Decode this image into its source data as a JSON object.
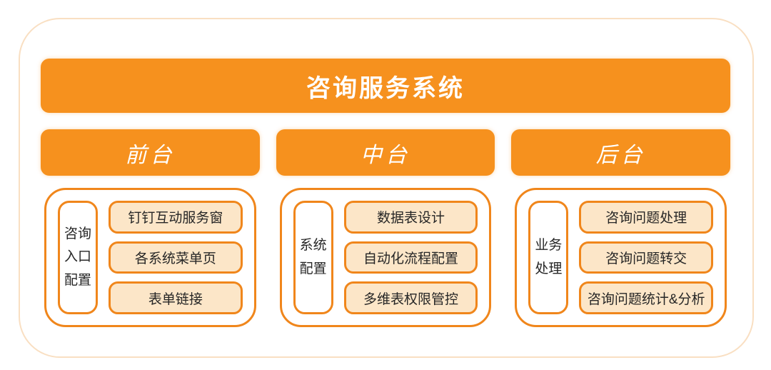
{
  "diagram": {
    "title": "咨询服务系统",
    "columns": [
      {
        "header": "前台",
        "side_label": "咨询入口配置",
        "side_label_lines": [
          "咨询",
          "入口",
          "配置"
        ],
        "items": [
          "钉钉互动服务窗",
          "各系统菜单页",
          "表单链接"
        ]
      },
      {
        "header": "中台",
        "side_label": "系统配置",
        "side_label_lines": [
          "系统",
          "配置"
        ],
        "items": [
          "数据表设计",
          "自动化流程配置",
          "多维表权限管控"
        ]
      },
      {
        "header": "后台",
        "side_label": "业务处理",
        "side_label_lines": [
          "业务",
          "处理"
        ],
        "items": [
          "咨询问题处理",
          "咨询问题转交",
          "咨询问题统计&分析"
        ]
      }
    ],
    "colors": {
      "accent_orange": "#F6911E",
      "border_orange": "#F0861B",
      "light_fill": "#FCE6C8",
      "outer_border": "#F9DFC2",
      "text_dark": "#262626",
      "text_on_orange": "#FFFFFF"
    }
  }
}
